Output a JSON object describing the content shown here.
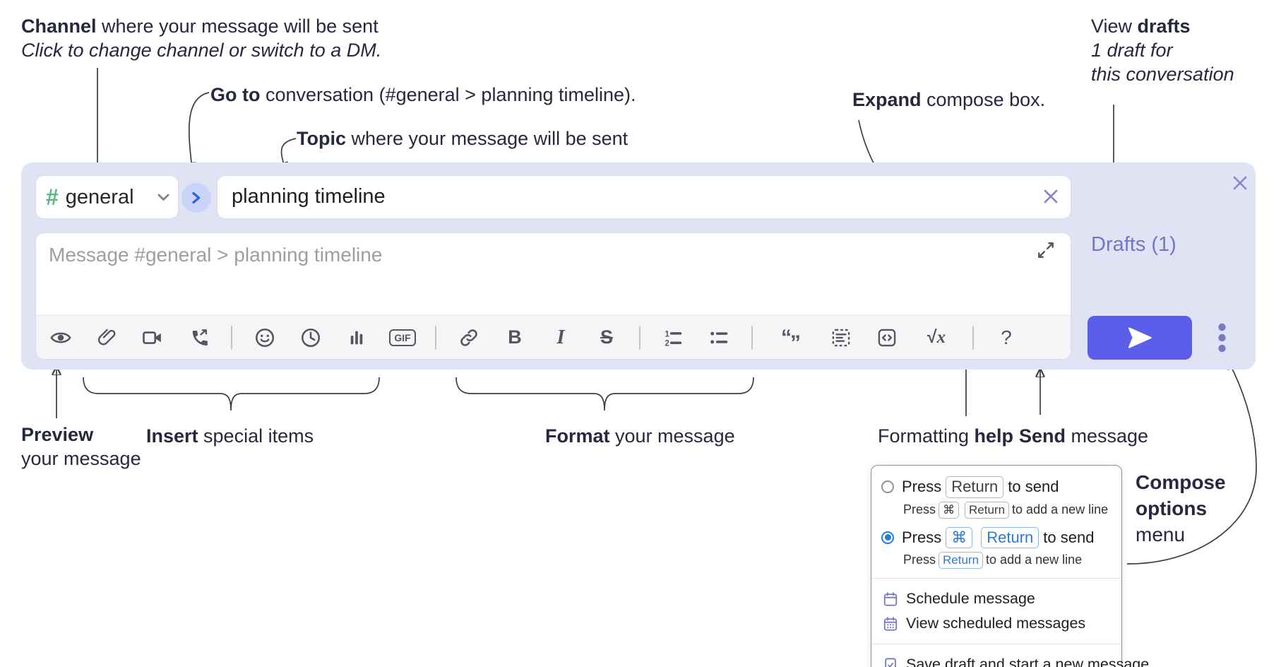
{
  "colors": {
    "page-bg": "#ffffff",
    "ink": "#262840",
    "line": "#3c3c44",
    "surface": "#e0e3f4",
    "accent": "#5a5ee8",
    "link-purple": "#7477c6",
    "hash-green": "#58b87e",
    "goto-blue": "#3a63da",
    "goto-bg": "#c9d4f8",
    "icon-gray": "#55555c",
    "radio-blue": "#1f7fd4",
    "key-blue": "#2b7cd3",
    "menu-icon-purple": "#7779c8"
  },
  "callouts": {
    "channel": {
      "bold": "Channel",
      "rest": " where your message will be sent",
      "sub": "Click to change channel or switch to a DM."
    },
    "goto": {
      "bold": "Go to",
      "rest": " conversation (#general > planning timeline)."
    },
    "topic": {
      "bold": "Topic",
      "rest": " where your message will be sent"
    },
    "expand": {
      "bold": "Expand",
      "rest": " compose box."
    },
    "drafts": {
      "pre": "View ",
      "bold": "drafts",
      "sub1": "1 draft for",
      "sub2": "this conversation"
    },
    "preview": {
      "bold": "Preview",
      "line2": "your message"
    },
    "insert": {
      "bold": "Insert",
      "rest": " special items"
    },
    "format": {
      "bold": "Format",
      "rest": " your message"
    },
    "help": {
      "pre": "Formatting ",
      "bold": "help"
    },
    "send": {
      "bold": "Send",
      "rest": " message"
    },
    "compose_options": {
      "line1": "Compose",
      "line2": "options",
      "line3": "menu"
    }
  },
  "composer": {
    "channel_hash": "#",
    "channel_name": "general",
    "topic_value": "planning timeline",
    "message_placeholder": "Message #general > planning timeline",
    "drafts_link": "Drafts (1)",
    "toolbar": {
      "icon_names": [
        "preview-eye",
        "attach-paperclip",
        "video-call",
        "audio-call",
        "emoji",
        "global-time",
        "poll",
        "gif",
        "link",
        "bold",
        "italic",
        "strikethrough",
        "numbered-list",
        "bulleted-list",
        "quote",
        "spoiler",
        "code",
        "math",
        "help"
      ],
      "gif_label": "GIF",
      "bold_glyph": "B",
      "italic_glyph": "I",
      "strike_glyph": "S",
      "math_root": "√",
      "math_var": "x",
      "help_glyph": "?"
    }
  },
  "options_menu": {
    "key_return": "Return",
    "key_cmd": "⌘",
    "enter_option": {
      "pre": "Press",
      "post": "to send",
      "sub_pre": "Press",
      "sub_post": "to add a new line"
    },
    "cmd_option": {
      "pre": "Press",
      "post": "to send",
      "sub_pre": "Press",
      "sub_post": "to add a new line"
    },
    "schedule": "Schedule message",
    "view_scheduled": "View scheduled messages",
    "save_draft": "Save draft and start a new message"
  }
}
